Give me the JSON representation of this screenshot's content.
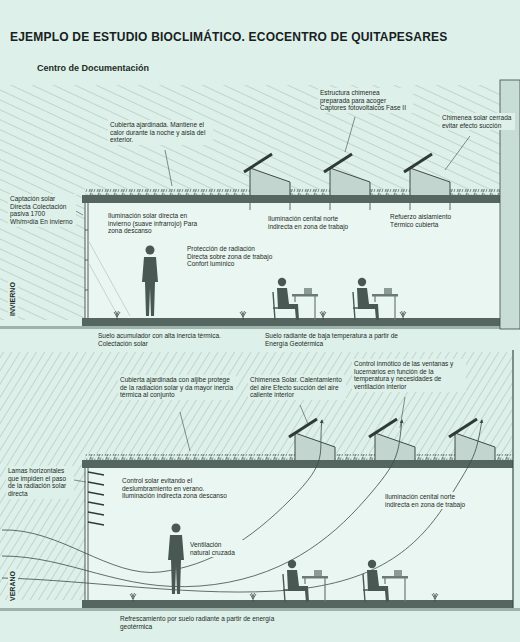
{
  "diagram": {
    "title": "EJEMPLO DE ESTUDIO BIOCLIMÁTICO.  ECOCENTRO DE QUITAPESARES",
    "labels": [
      "Centro de Documentación",
      "Cubierta ajardinada. Mantiene el calor durante la noche y aísla del exterior.",
      "Estructura chimenea preparada para acoger Captores fotovoltaicos Fase II",
      "Chimenea solar cerrada evitar efecto succión",
      "Captación solar Directa Colectación pasiva 1700 Wh/m²día En invierno",
      "Iluminación solar directa en invierno (suave infrarrojo) Para zona descanso",
      "Iluminación cenital norte indirecta en zona de trabajo",
      "Refuerzo aislamiento Térmico cubierta",
      "Protección de radiación Directa sobre zona de trabajo Confort lumínico",
      "INVIERNO",
      "Suelo acumulador con alta inercia térmica. Colectación solar",
      "Suelo radiante de baja temperatura a partir de Energía Geotérmica",
      "Cubierta ajardinada con aljibe protege de la radiación solar y da mayor inercia térmica al conjunto",
      "Chimenea Solar. Calentamiento del aire Efecto succión del aire caliente interior",
      "Control inmótico de las ventanas y lucernarios en función de la temperatura y necesidades de ventilación interior",
      "Lamas horizontales que impiden el paso de la radiación solar directa",
      "Control solar evitando el deslumbramiento en verano. Iluminación indirecta zona descanso",
      "Iluminación cenital norte indirecta en zona de trabajo",
      "Ventilación natural cruzada",
      "VERANO",
      "Refrescamiento por suelo radiante a partir de energía geotérmica"
    ]
  }
}
